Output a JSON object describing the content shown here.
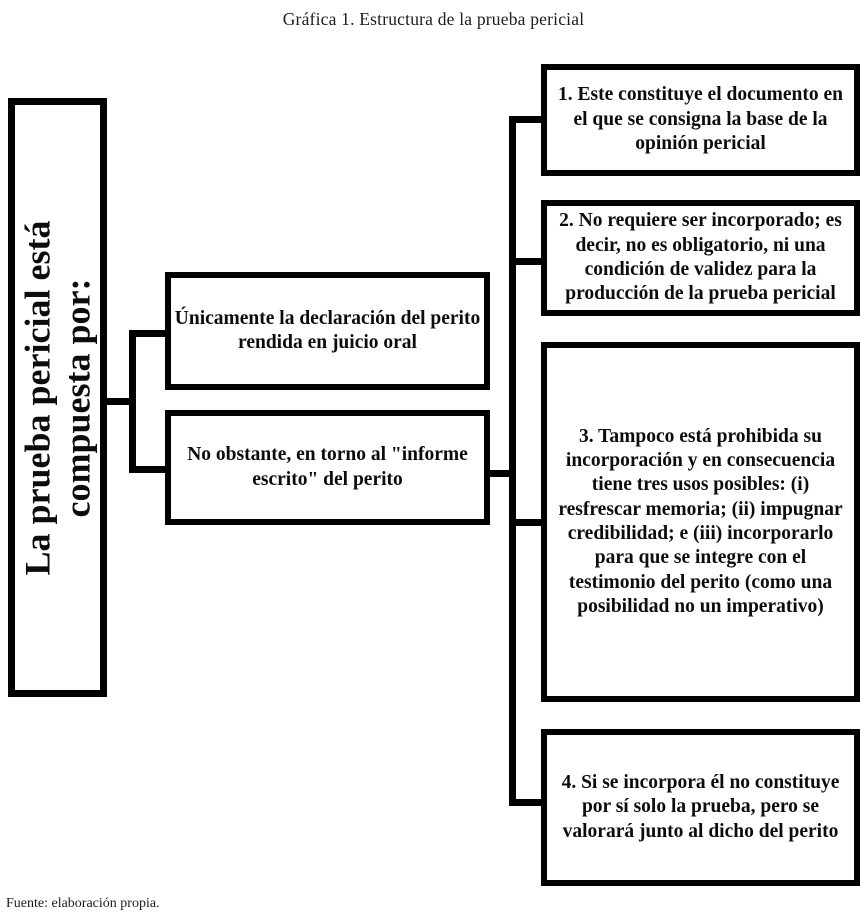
{
  "title": "Gráfica 1. Estructura de la prueba pericial",
  "root_box": {
    "label": "La prueba pericial está\ncompuesta por:"
  },
  "middle_boxes": [
    {
      "label": "Únicamente la declaración del perito rendida en juicio oral"
    },
    {
      "label": "No obstante, en torno al \"informe escrito\" del perito"
    }
  ],
  "right_boxes": [
    {
      "label": "1. Este constituye el documento en el que se consigna la base de la opinión pericial"
    },
    {
      "label": "2. No requiere ser incorporado; es decir, no es obligatorio, ni una condición de validez para la producción de la prueba pericial"
    },
    {
      "label": "3. Tampoco está prohibida su incorporación y en consecuencia tiene tres usos posibles: (i) resfrescar memoria; (ii) impugnar credibilidad; e (iii) incorporarlo para que se integre con el testimonio del perito (como una posibilidad no un imperativo)"
    },
    {
      "label": "4. Si se incorpora él no constituye por sí solo la prueba, pero se valorará junto al dicho del perito"
    }
  ],
  "footer": "Fuente: elaboración propia.",
  "colors": {
    "line": "#000000",
    "background": "#ffffff",
    "text": "#0c0c0c"
  }
}
